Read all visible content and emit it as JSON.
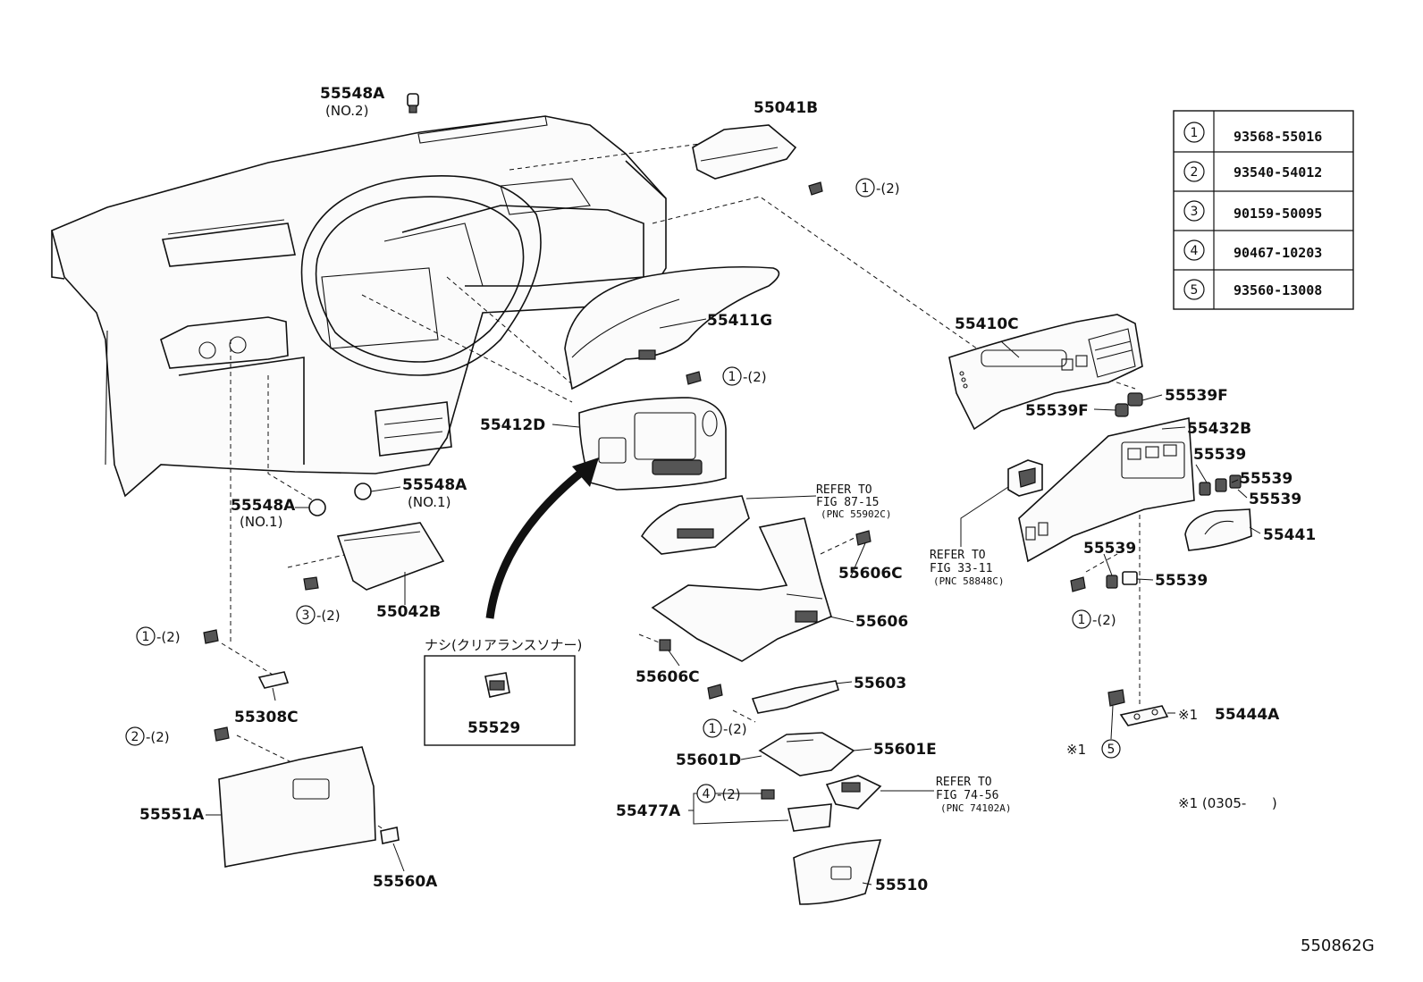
{
  "diagram_code": "550862G",
  "legend": {
    "rows": [
      {
        "num": "1",
        "part": "93568-55016"
      },
      {
        "num": "2",
        "part": "93540-54012"
      },
      {
        "num": "3",
        "part": "90159-50095"
      },
      {
        "num": "4",
        "part": "90467-10203"
      },
      {
        "num": "5",
        "part": "93560-13008"
      }
    ]
  },
  "labels": {
    "p55548A_no2": "55548A",
    "p55548A_no2_sub": "(NO.2)",
    "p55041B": "55041B",
    "p55411G": "55411G",
    "p55410C": "55410C",
    "p55412D": "55412D",
    "p55539F_a": "55539F",
    "p55539F_b": "55539F",
    "p55432B": "55432B",
    "p55539_a": "55539",
    "p55539_b": "55539",
    "p55539_c": "55539",
    "p55539_d": "55539",
    "p55539_e": "55539",
    "p55441": "55441",
    "p55548A_no1_left": "55548A",
    "p55548A_no1_left_sub": "(NO.1)",
    "p55548A_no1_right": "55548A",
    "p55548A_no1_right_sub": "(NO.1)",
    "p55042B": "55042B",
    "p55606C_a": "55606C",
    "p55606": "55606",
    "p55606C_b": "55606C",
    "p55308C": "55308C",
    "p55529": "55529",
    "p55603": "55603",
    "p55601E": "55601E",
    "p55601D": "55601D",
    "p55477A": "55477A",
    "p55551A": "55551A",
    "p55560A": "55560A",
    "p55510": "55510",
    "p55444A": "55444A",
    "nashi_box_title": "ナシ(クリアランスソナー)"
  },
  "fasteners": {
    "f1_top": "-(2)",
    "f1_55411G": "-(2)",
    "f3": "-(2)",
    "f1_left": "-(2)",
    "f2_left": "-(2)",
    "f1_55603": "-(2)",
    "f4": "-(2)",
    "f1_right": "-(2)",
    "n1": "1",
    "n2": "2",
    "n3": "3",
    "n4": "4",
    "n5": "5"
  },
  "refs": {
    "r1_line1": "REFER TO",
    "r1_line2": "FIG 87-15",
    "r1_line3": "(PNC 55902C)",
    "r2_line1": "REFER TO",
    "r2_line2": "FIG 33-11",
    "r2_line3": "(PNC 58848C)",
    "r3_line1": "REFER TO",
    "r3_line2": "FIG 74-56",
    "r3_line3": "(PNC 74102A)"
  },
  "notes": {
    "mark": "※1",
    "mark_5": "※1",
    "footnote": "※1 (0305-      )"
  }
}
